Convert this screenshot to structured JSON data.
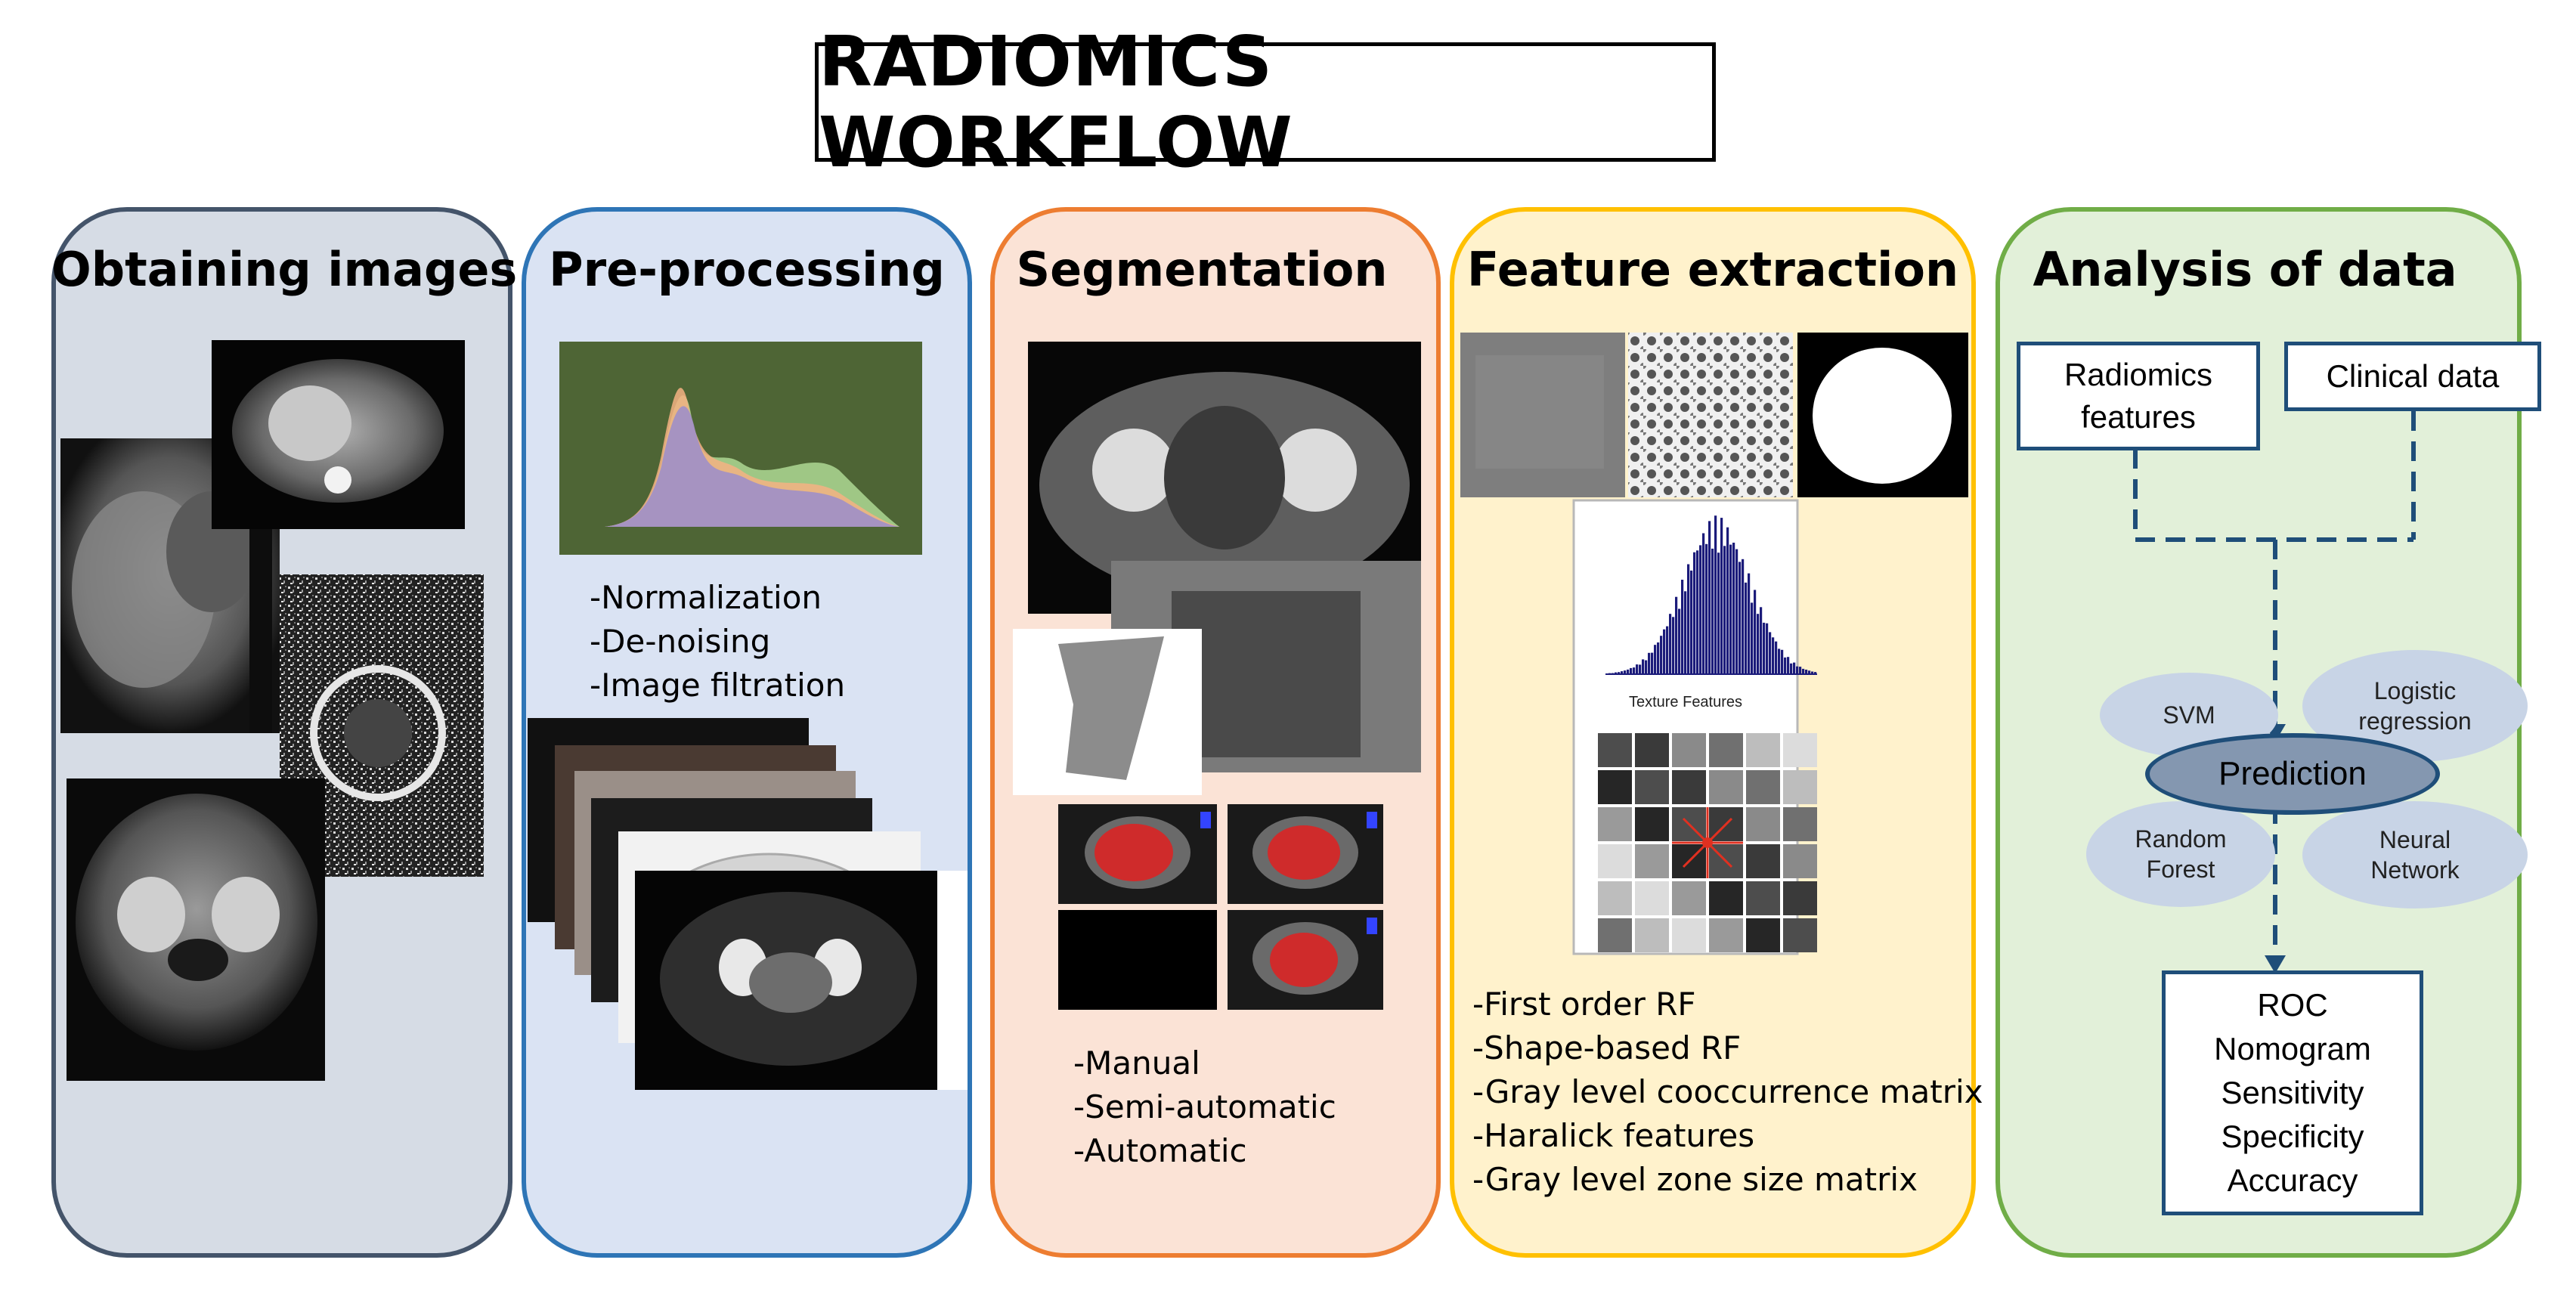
{
  "title": "RADIOMICS WORKFLOW",
  "colors": {
    "panel1_fill": "#d6dce5",
    "panel1_border": "#44546a",
    "panel2_fill": "#dae3f3",
    "panel2_border": "#2e75b6",
    "panel3_fill": "#fbe3d6",
    "panel3_border": "#ed7d31",
    "panel4_fill": "#fff2cc",
    "panel4_border": "#ffc000",
    "panel5_fill": "#e2f0d9",
    "panel5_border": "#70ad47",
    "box_border": "#1f4e79",
    "prediction_fill": "#8497b0",
    "ellipse_fill": "#c8d4e6"
  },
  "panels": [
    {
      "title": "Obtaining images",
      "items": []
    },
    {
      "title": "Pre-processing",
      "items": [
        "-Normalization",
        "-De-noising",
        "-Image filtration"
      ]
    },
    {
      "title": "Segmentation",
      "items": [
        "-Manual",
        "-Semi-automatic",
        "-Automatic"
      ]
    },
    {
      "title": "Feature extraction",
      "image_caption": "Texture Features",
      "items": [
        "-First order RF",
        "-Shape-based RF",
        "-Gray level cooccurrence matrix",
        "-Haralick features",
        "-Gray level zone size matrix"
      ]
    },
    {
      "title": "Analysis of data",
      "inputs": [
        "Radiomics features",
        "Clinical data"
      ],
      "prediction": "Prediction",
      "methods": [
        "SVM",
        "Logistic regression",
        "Random Forest",
        "Neural Network"
      ],
      "outputs": [
        "ROC",
        "Nomogram",
        "Sensitivity",
        "Specificity",
        "Accuracy"
      ]
    }
  ]
}
